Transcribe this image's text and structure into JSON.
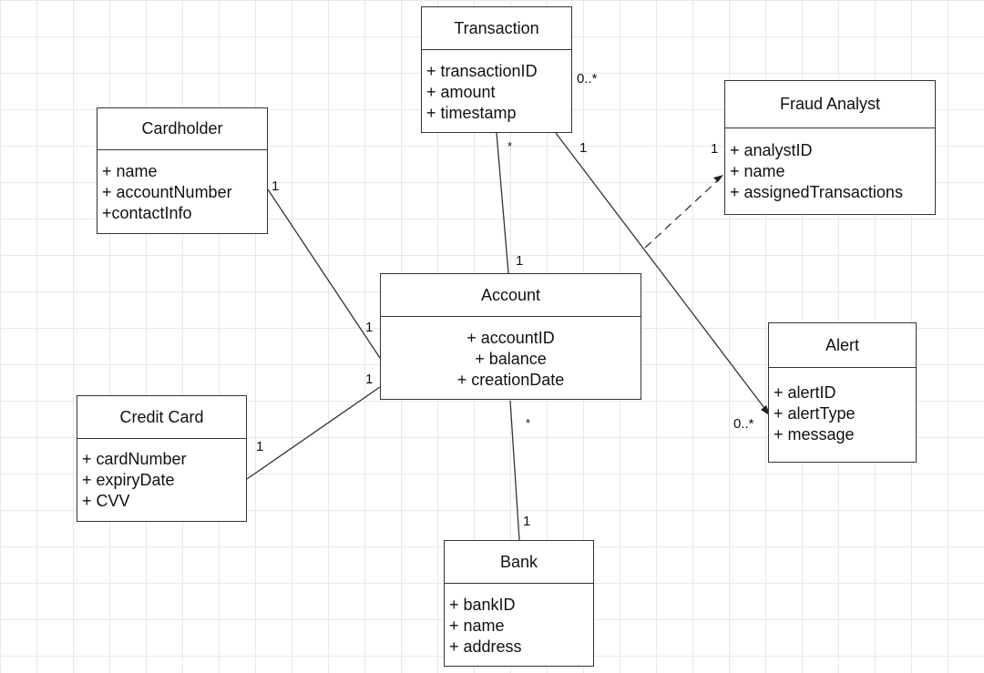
{
  "classes": {
    "transaction": {
      "name": "Transaction",
      "attributes": [
        "+ transactionID",
        "+ amount",
        "+ timestamp"
      ]
    },
    "cardholder": {
      "name": "Cardholder",
      "attributes": [
        "+ name",
        "+ accountNumber",
        "+contactInfo"
      ]
    },
    "fraud_analyst": {
      "name": "Fraud Analyst",
      "attributes": [
        "+ analystID",
        "+ name",
        "+ assignedTransactions"
      ]
    },
    "account": {
      "name": "Account",
      "attributes": [
        "+ accountID",
        "+ balance",
        "+ creationDate"
      ]
    },
    "alert": {
      "name": "Alert",
      "attributes": [
        "+ alertID",
        "+ alertType",
        "+ message"
      ]
    },
    "credit_card": {
      "name": "Credit Card",
      "attributes": [
        "+ cardNumber",
        "+ expiryDate",
        "+ CVV"
      ]
    },
    "bank": {
      "name": "Bank",
      "attributes": [
        "+ bankID",
        "+ name",
        "+ address"
      ]
    }
  },
  "multiplicities": {
    "transaction_to_analyst": "0..*",
    "transaction_account_star": "*",
    "transaction_alert_one": "1",
    "analyst_one": "1",
    "cardholder_one": "1",
    "account_top_one": "1",
    "account_left_upper_one": "1",
    "account_left_lower_one": "1",
    "creditcard_one": "1",
    "account_bank_star": "*",
    "bank_one": "1",
    "alert_many": "0..*"
  }
}
